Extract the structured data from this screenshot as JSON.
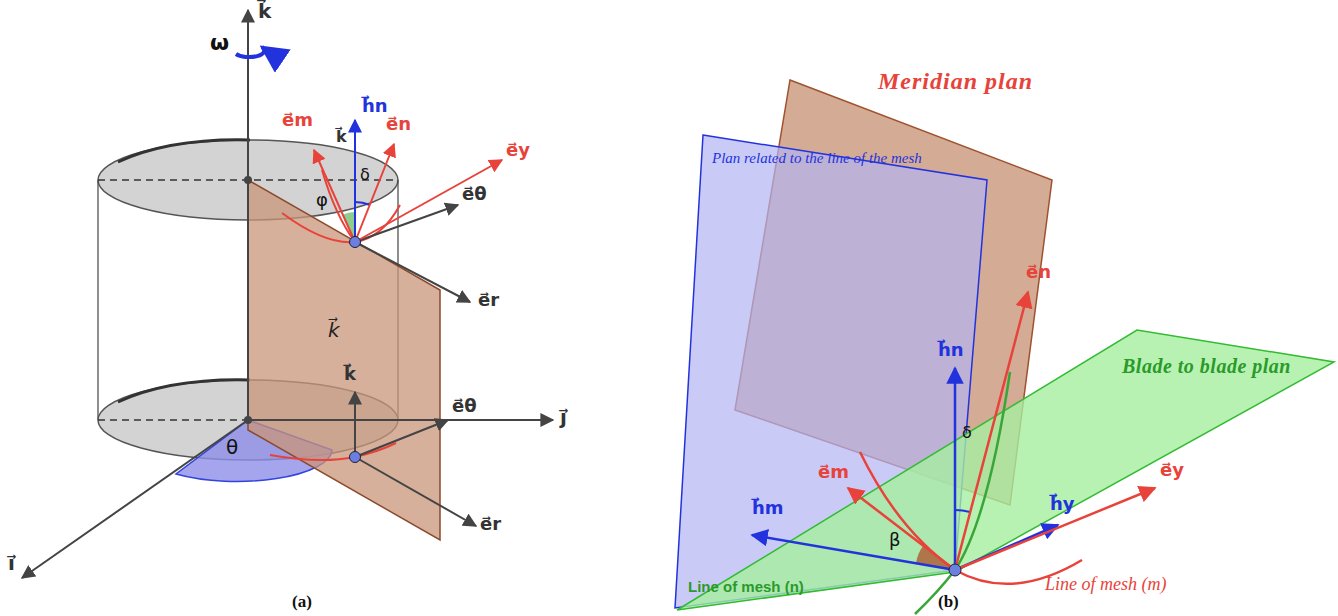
{
  "diagram": {
    "nodes": [
      {
        "text": [
          "k⃗"
        ]
      },
      {
        "text": [
          "Meridian plan"
        ]
      },
      {
        "text": [
          "Plan related to the line of the mesh"
        ]
      },
      {
        "text": [
          "Blade to blade plan"
        ]
      }
    ],
    "labels": [
      "k⃗",
      "ω",
      "h⃗n",
      "e⃗m",
      "k⃗",
      "e⃗n",
      "e⃗y",
      "δ",
      "φ",
      "e⃗θ",
      "e⃗r",
      "k⃗",
      "e⃗θ",
      "j⃗",
      "θ",
      "i⃗",
      "e⃗r",
      "(a)",
      "h⃗n",
      "e⃗n",
      "e⃗m",
      "h⃗m",
      "δ",
      "β",
      "h⃗y",
      "e⃗y",
      "Line of mesh (n)",
      "Line of mesh (m)",
      "(b)"
    ]
  }
}
